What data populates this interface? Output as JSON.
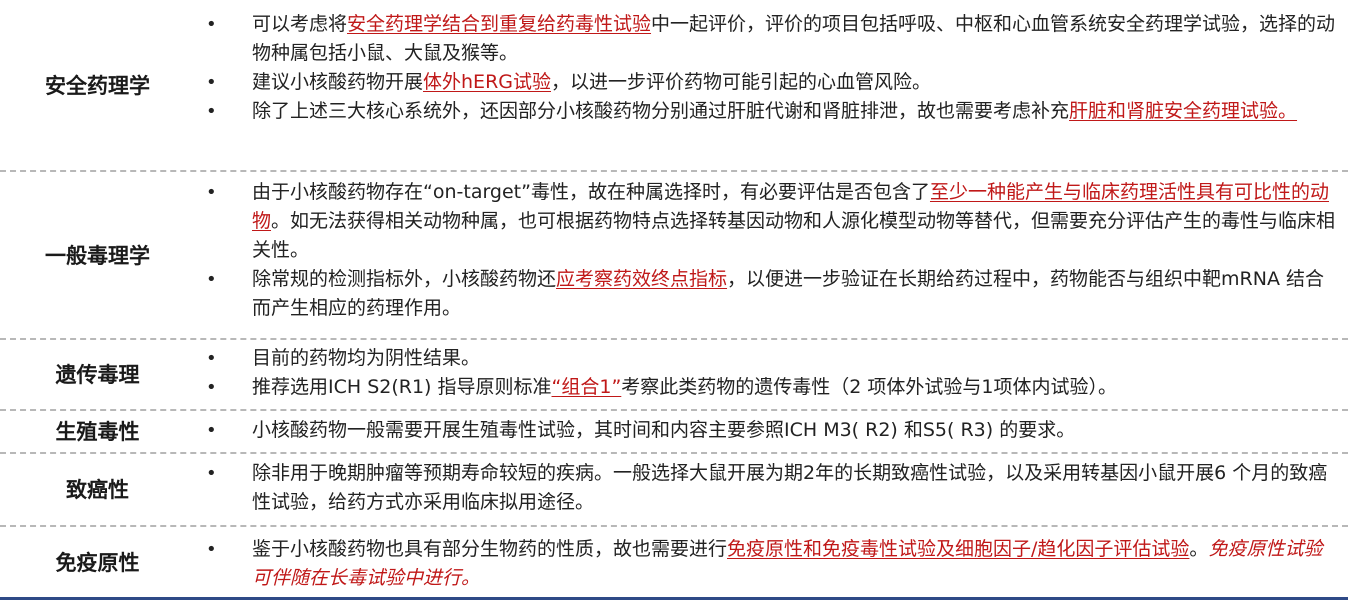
{
  "rows": [
    {
      "label": "安全药理学",
      "items": [
        {
          "segments": [
            {
              "text": "可以考虑将",
              "style": "normal"
            },
            {
              "text": "安全药理学结合到重复给药毒性试验",
              "style": "highlight"
            },
            {
              "text": "中一起评价，评价的项目包括呼吸、中枢和心血管系统安全药理学试验，选择的动物种属包括小鼠、大鼠及猴等。",
              "style": "normal"
            }
          ]
        },
        {
          "segments": [
            {
              "text": "建议小核酸药物开展",
              "style": "normal"
            },
            {
              "text": "体外hERG试验",
              "style": "highlight"
            },
            {
              "text": "，以进一步评价药物可能引起的心血管风险。",
              "style": "normal"
            }
          ]
        },
        {
          "segments": [
            {
              "text": "除了上述三大核心系统外，还因部分小核酸药物分别通过肝脏代谢和肾脏排泄，故也需要考虑补充",
              "style": "normal"
            },
            {
              "text": "肝脏和肾脏安全药理试验。",
              "style": "highlight"
            }
          ]
        }
      ]
    },
    {
      "label": "一般毒理学",
      "items": [
        {
          "segments": [
            {
              "text": "由于小核酸药物存在“on-target”毒性，故在种属选择时，有必要评估是否包含了",
              "style": "normal"
            },
            {
              "text": "至少一种能产生与临床药理活性具有可比性的动物",
              "style": "highlight"
            },
            {
              "text": "。如无法获得相关动物种属，也可根据药物特点选择转基因动物和人源化模型动物等替代，但需要充分评估产生的毒性与临床相关性。",
              "style": "normal"
            }
          ]
        },
        {
          "segments": [
            {
              "text": "除常规的检测指标外，小核酸药物还",
              "style": "normal"
            },
            {
              "text": "应考察药效终点指标",
              "style": "highlight"
            },
            {
              "text": "，以便进一步验证在长期给药过程中，药物能否与组织中靶mRNA 结合而产生相应的药理作用。",
              "style": "normal"
            }
          ]
        }
      ]
    },
    {
      "label": "遗传毒理",
      "items": [
        {
          "segments": [
            {
              "text": "目前的药物均为阴性结果。",
              "style": "normal"
            }
          ]
        },
        {
          "segments": [
            {
              "text": "推荐选用ICH S2(R1) 指导原则标准",
              "style": "normal"
            },
            {
              "text": "“组合1”",
              "style": "highlight"
            },
            {
              "text": "考察此类药物的遗传毒性（2 项体外试验与1项体内试验）。",
              "style": "normal"
            }
          ]
        }
      ]
    },
    {
      "label": "生殖毒性",
      "items": [
        {
          "segments": [
            {
              "text": "小核酸药物一般需要开展生殖毒性试验，其时间和内容主要参照ICH M3( R2) 和S5( R3) 的要求。",
              "style": "normal"
            }
          ]
        }
      ]
    },
    {
      "label": "致癌性",
      "items": [
        {
          "segments": [
            {
              "text": "除非用于晚期肿瘤等预期寿命较短的疾病。一般选择大鼠开展为期2年的长期致癌性试验，以及采用转基因小鼠开展6 个月的致癌性试验，给药方式亦采用临床拟用途径。",
              "style": "normal"
            }
          ]
        }
      ]
    },
    {
      "label": "免疫原性",
      "items": [
        {
          "segments": [
            {
              "text": "鉴于小核酸药物也具有部分生物药的性质，故也需要进行",
              "style": "normal"
            },
            {
              "text": "免疫原性和免疫毒性试验及细胞因子/趋化因子评估试验",
              "style": "highlight"
            },
            {
              "text": "。",
              "style": "normal"
            },
            {
              "text": "免疫原性试验可伴随在长毒试验中进行。",
              "style": "highlight-italic"
            }
          ]
        }
      ]
    }
  ]
}
